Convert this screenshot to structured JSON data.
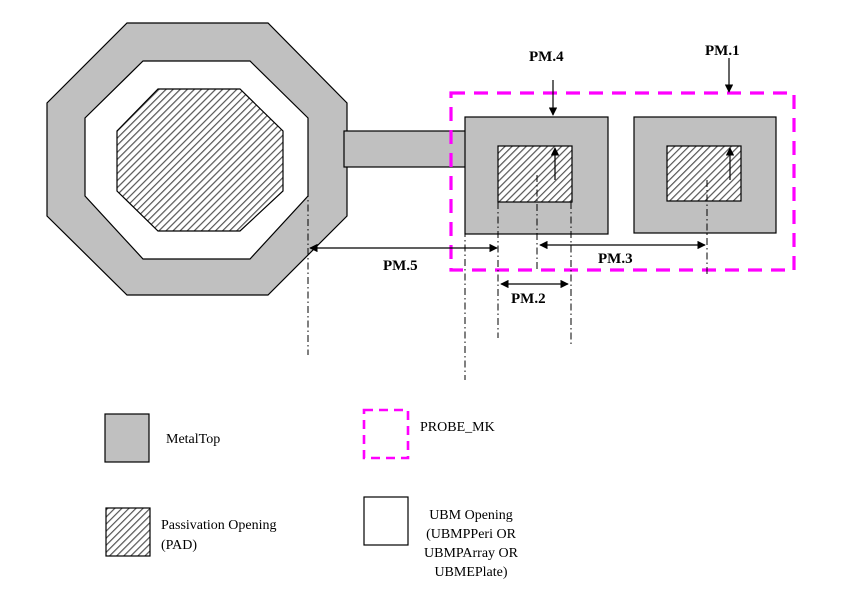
{
  "diagram": {
    "type": "layout-rule-illustration",
    "rule_labels": {
      "pm1": "PM.1",
      "pm2": "PM.2",
      "pm3": "PM.3",
      "pm4": "PM.4",
      "pm5": "PM.5"
    },
    "colors": {
      "metal_top_fill": "#c0c0c0",
      "probe_mk_stroke": "#ff00ff",
      "hatch_line": "#555555",
      "outline": "#000000",
      "background": "#ffffff"
    },
    "shapes": [
      {
        "id": "octagon-pad",
        "layers": [
          "MetalTop",
          "UBM Opening",
          "Passivation Opening (PAD)"
        ]
      },
      {
        "id": "connector",
        "layers": [
          "MetalTop"
        ]
      },
      {
        "id": "probe-pad-1",
        "layers": [
          "MetalTop",
          "Passivation Opening (PAD)"
        ]
      },
      {
        "id": "probe-pad-2",
        "layers": [
          "MetalTop",
          "Passivation Opening (PAD)"
        ]
      },
      {
        "id": "probe-marker",
        "layers": [
          "PROBE_MK"
        ]
      }
    ]
  },
  "legend": {
    "items": [
      {
        "key": "metal_top",
        "label": "MetalTop"
      },
      {
        "key": "passivation",
        "label_lines": [
          "Passivation Opening",
          "(PAD)"
        ]
      },
      {
        "key": "probe_mk",
        "label": "PROBE_MK"
      },
      {
        "key": "ubm",
        "label_lines": [
          "UBM Opening",
          "(UBMPPeri OR",
          "UBMPArray OR",
          "UBMEPlate)"
        ]
      }
    ]
  }
}
